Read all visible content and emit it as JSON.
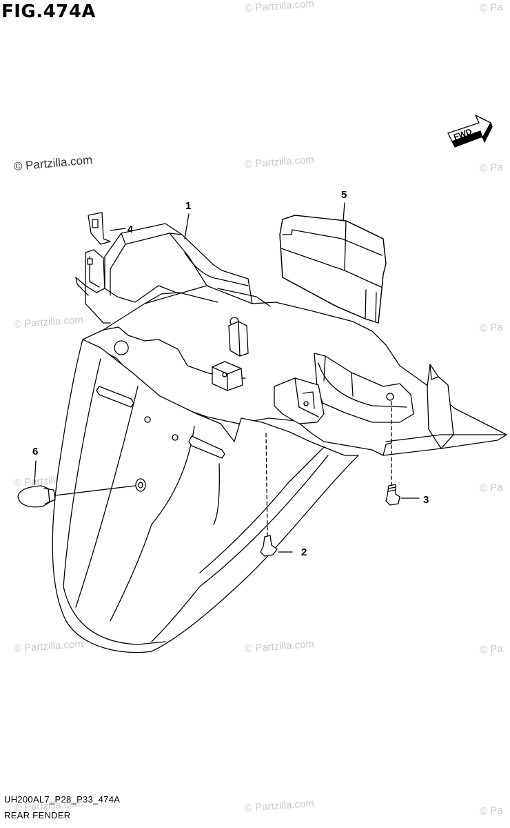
{
  "figure": {
    "title": "FIG.474A",
    "drawing_code": "UH200AL7_P28_P33_474A",
    "drawing_name": "REAR FENDER",
    "direction_label": "FWD"
  },
  "watermark": {
    "text": "© Partzilla.com",
    "cut_text": "© Pa"
  },
  "callouts": [
    {
      "id": "1",
      "label": "1"
    },
    {
      "id": "2",
      "label": "2"
    },
    {
      "id": "3",
      "label": "3"
    },
    {
      "id": "4",
      "label": "4"
    },
    {
      "id": "5",
      "label": "5"
    },
    {
      "id": "6",
      "label": "6"
    }
  ]
}
